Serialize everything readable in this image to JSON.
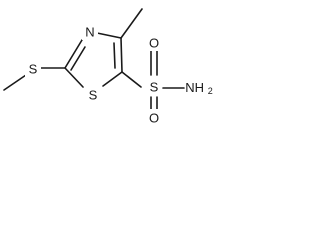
{
  "molecule": {
    "atoms": {
      "ring_n": "N",
      "ring_s": "S",
      "thioether_s": "S",
      "sulfonyl_s": "S",
      "oxygen_top": "O",
      "oxygen_bottom": "O",
      "amine": "NH2"
    }
  }
}
